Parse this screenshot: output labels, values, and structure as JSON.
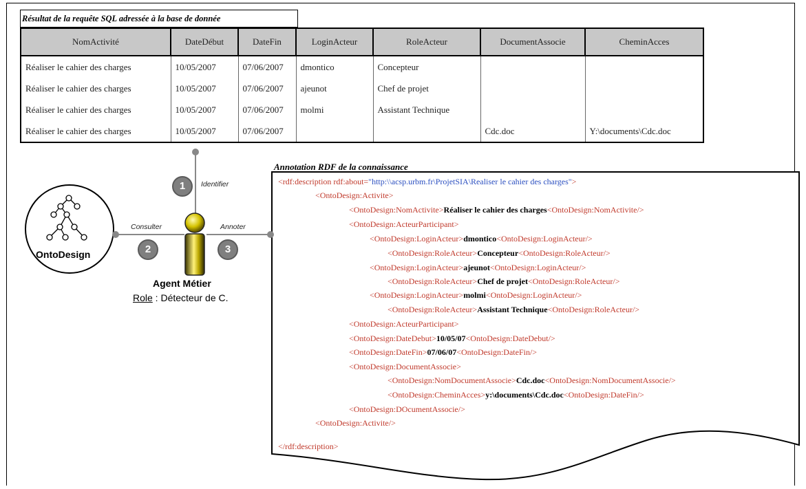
{
  "sql": {
    "caption": "Résultat de la requête SQL adressée à la base de donnée",
    "columns": [
      "NomActivité",
      "DateDébut",
      "DateFin",
      "LoginActeur",
      "RoleActeur",
      "DocumentAssocie",
      "CheminAcces"
    ],
    "rows": [
      [
        "Réaliser le cahier des charges",
        "10/05/2007",
        "07/06/2007",
        "dmontico",
        "Concepteur",
        "",
        ""
      ],
      [
        "Réaliser le cahier des charges",
        "10/05/2007",
        "07/06/2007",
        "ajeunot",
        "Chef de projet",
        "",
        ""
      ],
      [
        "Réaliser le cahier des charges",
        "10/05/2007",
        "07/06/2007",
        "molmi",
        "Assistant Technique",
        "",
        ""
      ],
      [
        "Réaliser le cahier des charges",
        "10/05/2007",
        "07/06/2007",
        "",
        "",
        "Cdc.doc",
        "Y:\\documents\\Cdc.doc"
      ]
    ]
  },
  "flow": {
    "step1_number": "1",
    "step1_label": "Identifier",
    "step2_number": "2",
    "step2_label": "Consulter",
    "step3_number": "3",
    "step3_label": "Annoter"
  },
  "ontology": {
    "label": "OntoDesign"
  },
  "agent": {
    "name": "Agent Métier",
    "role_label": "Role",
    "role_value": " : Détecteur de C."
  },
  "rdf": {
    "caption": "Annotation RDF de la connaissance",
    "line1_open": "<rdf:description rdf:about=",
    "line1_uri": "\"http:\\\\acsp.urbm.fr\\ProjetSIA\\Realiser le cahier des charges\"",
    "line1_close": ">",
    "activite_open": "<OntoDesign:Activite>",
    "nom_open": "<OntoDesign:NomActivite>",
    "nom_val": "Réaliser le cahier des charges",
    "nom_close": "<OntoDesign:NomActivite/>",
    "acteur_open": "<OntoDesign:ActeurParticipant>",
    "login_open": "<OntoDesign:LoginActeur>",
    "login_close": "<OntoDesign:LoginActeur/>",
    "role_open": "<OntoDesign:RoleActeur>",
    "role_close": "<OntoDesign:RoleActeur/>",
    "login1": "dmontico",
    "role1": "Concepteur",
    "login2": "ajeunot",
    "role2": "Chef de projet",
    "login3": "molmi",
    "role3": "Assistant Technique",
    "acteur_close": "<OntoDesign:ActeurParticipant>",
    "datedebut_open": "<OntoDesign:DateDebut>",
    "datedebut_val": "10/05/07",
    "datedebut_close": "<OntoDesign:DateDebut/>",
    "datefin_open": "<OntoDesign:DateFin>",
    "datefin_val": "07/06/07",
    "datefin_close": "<OntoDesign:DateFin/>",
    "doc_open": "<OntoDesign:DocumentAssocie>",
    "nomdoc_open": "<OntoDesign:NomDocumentAssocie>",
    "nomdoc_val": "Cdc.doc",
    "nomdoc_close": "<OntoDesign:NomDocumentAssocie/>",
    "chemin_open": "<OntoDesign:CheminAcces>",
    "chemin_val": "y:\\documents\\Cdc.doc",
    "chemin_close": "<OntoDesign:DateFin/>",
    "doc_close": "<OntoDesign:DOcumentAssocie/>",
    "activite_close": "<OntoDesign:Activite/>",
    "desc_close": "</rdf:description>"
  }
}
